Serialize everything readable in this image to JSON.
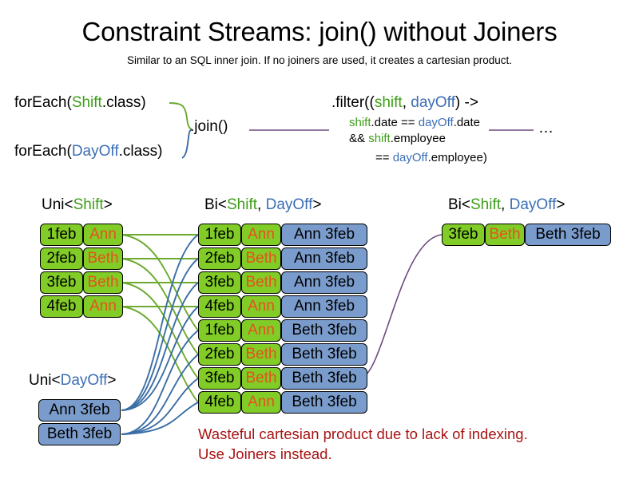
{
  "slide": {
    "title": "Constraint Streams: join() without Joiners",
    "subtitle": "Similar to an SQL inner join. If no joiners are used, it creates a cartesian product."
  },
  "code": {
    "forEach_shift": {
      "prefix": "forEach(",
      "type": "Shift",
      "suffix": ".class)"
    },
    "forEach_dayoff": {
      "prefix": "forEach(",
      "type": "DayOff",
      "suffix": ".class)"
    },
    "join_label": ".join()",
    "filter": {
      "line1_prefix": ".filter((",
      "line1_param1": "shift",
      "line1_comma": ", ",
      "line1_param2": "dayOff",
      "line1_suffix": ") ->",
      "line2_a": "shift",
      "line2_b": ".date == ",
      "line2_c": "dayOff",
      "line2_d": ".date",
      "line3_a": "&& ",
      "line3_b": "shift",
      "line3_c": ".employee",
      "line4_a": "== ",
      "line4_b": "dayOff",
      "line4_c": ".employee)"
    },
    "ellipsis": "…"
  },
  "streams": {
    "uni_shift_header": {
      "prefix": "Uni<",
      "type": "Shift",
      "suffix": ">"
    },
    "bi_mid_header": {
      "prefix": "Bi<",
      "type1": "Shift",
      "sep": ", ",
      "type2": "DayOff",
      "suffix": ">"
    },
    "bi_right_header": {
      "prefix": "Bi<",
      "type1": "Shift",
      "sep": ", ",
      "type2": "DayOff",
      "suffix": ">"
    },
    "uni_dayoff_header": {
      "prefix": "Uni<",
      "type": "DayOff",
      "suffix": ">"
    }
  },
  "uni_shift_rows": [
    {
      "date": "1feb",
      "employee": "Ann"
    },
    {
      "date": "2feb",
      "employee": "Beth"
    },
    {
      "date": "3feb",
      "employee": "Beth"
    },
    {
      "date": "4feb",
      "employee": "Ann"
    }
  ],
  "uni_dayoff_rows": [
    {
      "dayoff": "Ann 3feb"
    },
    {
      "dayoff": "Beth 3feb"
    }
  ],
  "bi_mid_rows": [
    {
      "date": "1feb",
      "employee": "Ann",
      "dayoff": "Ann 3feb"
    },
    {
      "date": "2feb",
      "employee": "Beth",
      "dayoff": "Ann 3feb"
    },
    {
      "date": "3feb",
      "employee": "Beth",
      "dayoff": "Ann 3feb"
    },
    {
      "date": "4feb",
      "employee": "Ann",
      "dayoff": "Ann 3feb"
    },
    {
      "date": "1feb",
      "employee": "Ann",
      "dayoff": "Beth 3feb"
    },
    {
      "date": "2feb",
      "employee": "Beth",
      "dayoff": "Beth 3feb"
    },
    {
      "date": "3feb",
      "employee": "Beth",
      "dayoff": "Beth 3feb"
    },
    {
      "date": "4feb",
      "employee": "Ann",
      "dayoff": "Beth 3feb"
    }
  ],
  "bi_right_rows": [
    {
      "date": "3feb",
      "employee": "Beth",
      "dayoff": "Beth 3feb"
    }
  ],
  "warning": "Wasteful cartesian product due to lack of indexing.\nUse Joiners instead.",
  "colors": {
    "shift_green": "#81CC26",
    "dayoff_blue": "#7A9CCC",
    "employee_orange": "#E8501E",
    "type_green_text": "#3D9E17",
    "type_blue_text": "#3B6EB5",
    "warning_red": "#A81414",
    "wire_green": "#6CAA30",
    "wire_blue": "#3A6EA5",
    "wire_purple": "#6B4A7E"
  }
}
